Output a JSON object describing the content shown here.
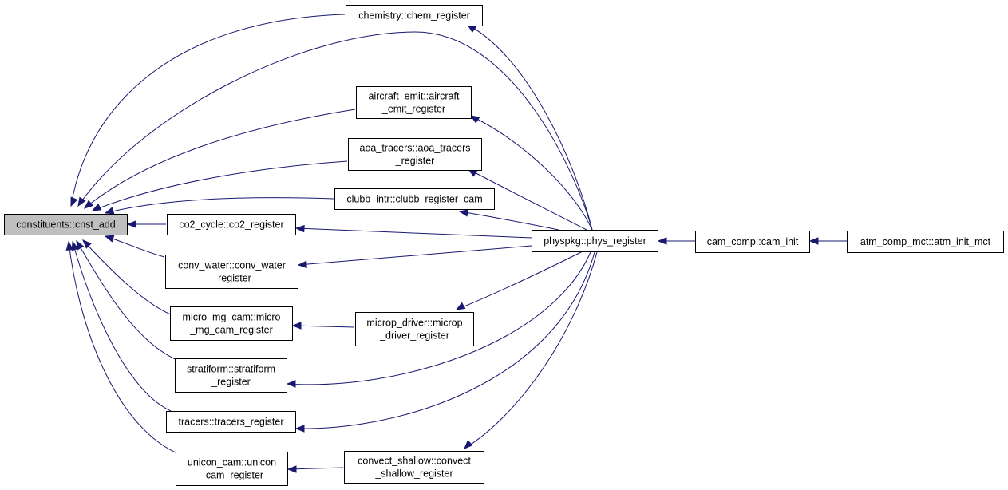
{
  "diagram": {
    "type": "call-graph",
    "direction": "right-to-left",
    "colors": {
      "edge": "#191970",
      "focus_fill": "#bfbfbf",
      "node_fill": "#ffffff",
      "node_border": "#000000"
    },
    "nodes": [
      {
        "id": "cnst_add",
        "lines": [
          "constituents::cnst_add"
        ],
        "focus": true
      },
      {
        "id": "chem_register",
        "lines": [
          "chemistry::chem_register"
        ]
      },
      {
        "id": "aircraft_emit_register",
        "lines": [
          "aircraft_emit::aircraft",
          "_emit_register"
        ]
      },
      {
        "id": "aoa_tracers_register",
        "lines": [
          "aoa_tracers::aoa_tracers",
          "_register"
        ]
      },
      {
        "id": "clubb_register_cam",
        "lines": [
          "clubb_intr::clubb_register_cam"
        ]
      },
      {
        "id": "co2_register",
        "lines": [
          "co2_cycle::co2_register"
        ]
      },
      {
        "id": "conv_water_register",
        "lines": [
          "conv_water::conv_water",
          "_register"
        ]
      },
      {
        "id": "micro_mg_cam_register",
        "lines": [
          "micro_mg_cam::micro",
          "_mg_cam_register"
        ]
      },
      {
        "id": "microp_driver_register",
        "lines": [
          "microp_driver::microp",
          "_driver_register"
        ]
      },
      {
        "id": "stratiform_register",
        "lines": [
          "stratiform::stratiform",
          "_register"
        ]
      },
      {
        "id": "tracers_register",
        "lines": [
          "tracers::tracers_register"
        ]
      },
      {
        "id": "unicon_cam_register",
        "lines": [
          "unicon_cam::unicon",
          "_cam_register"
        ]
      },
      {
        "id": "convect_shallow_register",
        "lines": [
          "convect_shallow::convect",
          "_shallow_register"
        ]
      },
      {
        "id": "phys_register",
        "lines": [
          "physpkg::phys_register"
        ]
      },
      {
        "id": "cam_init",
        "lines": [
          "cam_comp::cam_init"
        ]
      },
      {
        "id": "atm_init_mct",
        "lines": [
          "atm_comp_mct::atm_init_mct"
        ]
      }
    ],
    "edges": [
      {
        "from": "chem_register",
        "to": "cnst_add"
      },
      {
        "from": "phys_register",
        "to": "cnst_add"
      },
      {
        "from": "aircraft_emit_register",
        "to": "cnst_add"
      },
      {
        "from": "aoa_tracers_register",
        "to": "cnst_add"
      },
      {
        "from": "clubb_register_cam",
        "to": "cnst_add"
      },
      {
        "from": "co2_register",
        "to": "cnst_add"
      },
      {
        "from": "conv_water_register",
        "to": "cnst_add"
      },
      {
        "from": "micro_mg_cam_register",
        "to": "cnst_add"
      },
      {
        "from": "stratiform_register",
        "to": "cnst_add"
      },
      {
        "from": "tracers_register",
        "to": "cnst_add"
      },
      {
        "from": "unicon_cam_register",
        "to": "cnst_add"
      },
      {
        "from": "phys_register",
        "to": "chem_register"
      },
      {
        "from": "phys_register",
        "to": "aircraft_emit_register"
      },
      {
        "from": "phys_register",
        "to": "aoa_tracers_register"
      },
      {
        "from": "phys_register",
        "to": "clubb_register_cam"
      },
      {
        "from": "phys_register",
        "to": "co2_register"
      },
      {
        "from": "phys_register",
        "to": "conv_water_register"
      },
      {
        "from": "phys_register",
        "to": "microp_driver_register"
      },
      {
        "from": "microp_driver_register",
        "to": "micro_mg_cam_register"
      },
      {
        "from": "phys_register",
        "to": "stratiform_register"
      },
      {
        "from": "phys_register",
        "to": "tracers_register"
      },
      {
        "from": "phys_register",
        "to": "convect_shallow_register"
      },
      {
        "from": "convect_shallow_register",
        "to": "unicon_cam_register"
      },
      {
        "from": "cam_init",
        "to": "phys_register"
      },
      {
        "from": "atm_init_mct",
        "to": "cam_init"
      }
    ]
  }
}
